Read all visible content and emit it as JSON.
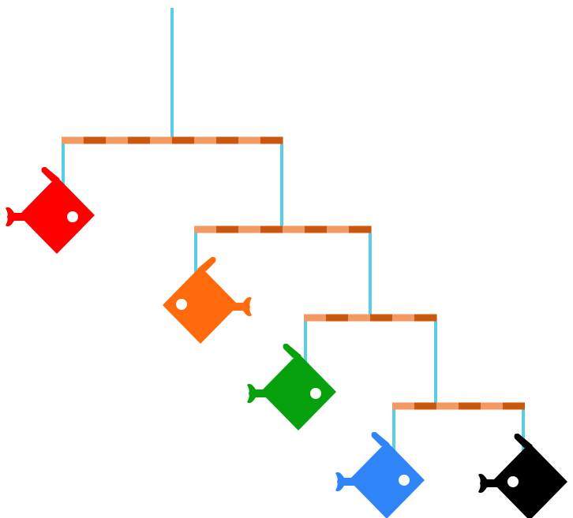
{
  "colors": {
    "string": "#5acde8",
    "rod_light": "#f29a61",
    "rod_dark": "#c9570f",
    "eye": "#ffffff"
  },
  "fish": [
    {
      "name": "fish-red",
      "color": "#ff0000",
      "facing": "right"
    },
    {
      "name": "fish-orange",
      "color": "#ff6a0d",
      "facing": "left"
    },
    {
      "name": "fish-green",
      "color": "#06a10d",
      "facing": "right"
    },
    {
      "name": "fish-blue",
      "color": "#2f85f7",
      "facing": "right"
    },
    {
      "name": "fish-black",
      "color": "#000000",
      "facing": "right"
    }
  ]
}
